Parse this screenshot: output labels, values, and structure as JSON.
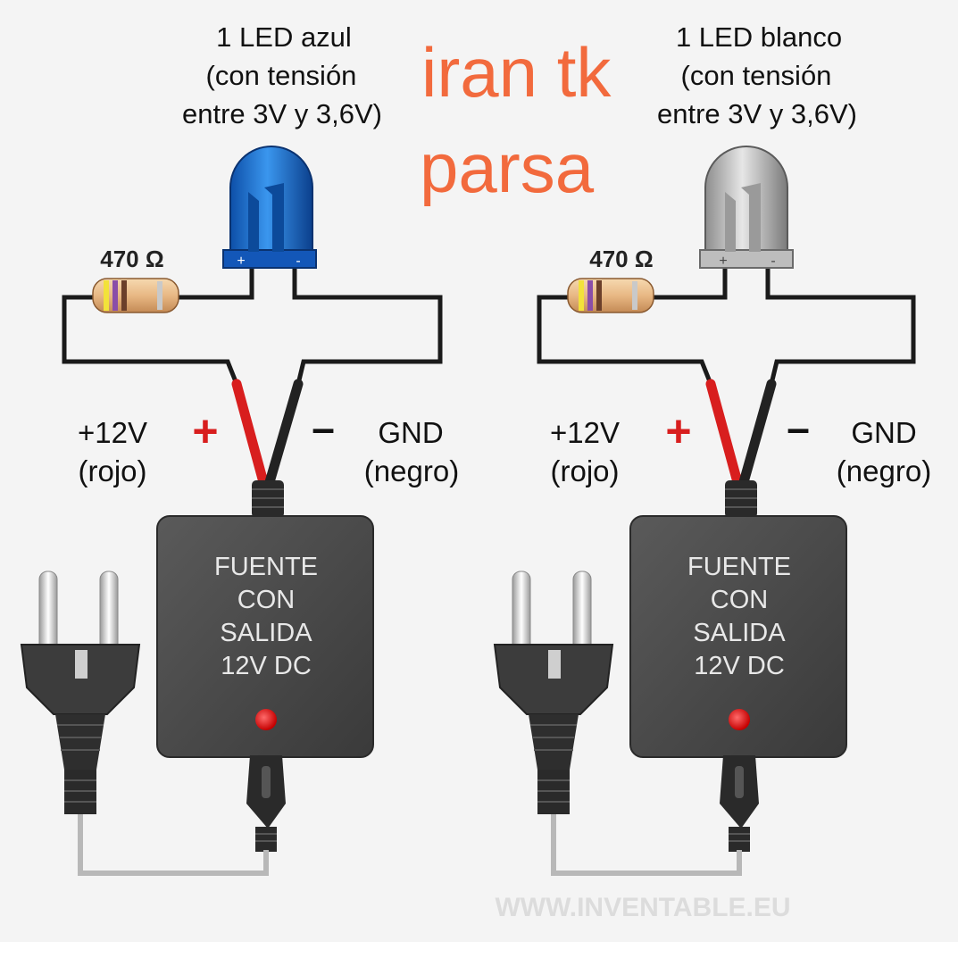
{
  "left": {
    "led_title": "1 LED azul",
    "led_subtitle": "(con tensión",
    "led_range": "entre 3V y 3,6V)",
    "resistor_label": "470 Ω",
    "led_plus": "+",
    "led_minus": "-",
    "pos_sign": "+",
    "neg_sign": "–",
    "pos_voltage": "+12V",
    "pos_color": "(rojo)",
    "gnd": "GND",
    "gnd_color": "(negro)",
    "psu_lines": [
      "FUENTE",
      "CON",
      "SALIDA",
      "12V DC"
    ]
  },
  "right": {
    "led_title": "1 LED blanco",
    "led_subtitle": "(con tensión",
    "led_range": "entre 3V y 3,6V)",
    "resistor_label": "470 Ω",
    "led_plus": "+",
    "led_minus": "-",
    "pos_sign": "+",
    "neg_sign": "–",
    "pos_voltage": "+12V",
    "pos_color": "(rojo)",
    "gnd": "GND",
    "gnd_color": "(negro)",
    "psu_lines": [
      "FUENTE",
      "CON",
      "SALIDA",
      "12V DC"
    ]
  },
  "overlay": {
    "line1": "iran tk",
    "line2": "parsa"
  },
  "watermark": "WWW.INVENTABLE.EU",
  "colors": {
    "blue_led": "#1a6fd1",
    "white_led": "#cfcfcf",
    "red_wire": "#d81e1e",
    "overlay_text": "#f26a3d",
    "psu_body": "#4a4a4a"
  }
}
